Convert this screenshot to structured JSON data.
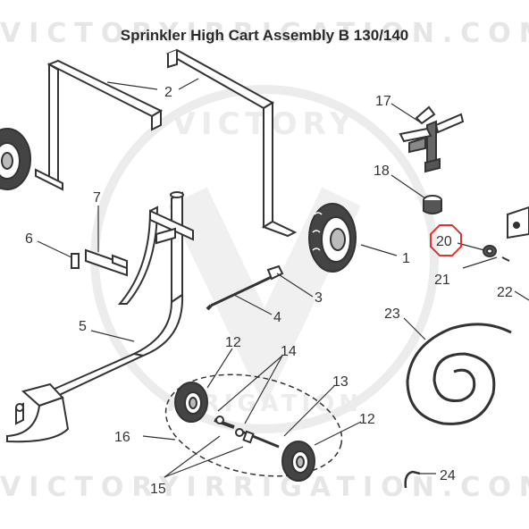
{
  "title": "Sprinkler High Cart Assembly B 130/140",
  "watermark": {
    "top": "VICTORYIRRIGATION.COM",
    "bottom": "VICTORYIRRIGATION.COM",
    "seal_text": [
      "VICTORY",
      "V",
      "IRRIGATION"
    ]
  },
  "highlighted_part": "20",
  "highlight_color": "#e0342f",
  "callouts": {
    "p1": "1",
    "p2": "2",
    "p3": "3",
    "p4": "4",
    "p5": "5",
    "p6": "6",
    "p7": "7",
    "p12a": "12",
    "p12b": "12",
    "p13": "13",
    "p14": "14",
    "p15": "15",
    "p16": "16",
    "p17": "17",
    "p18": "18",
    "p20": "20",
    "p21": "21",
    "p22": "22",
    "p23": "23",
    "p24": "24"
  }
}
